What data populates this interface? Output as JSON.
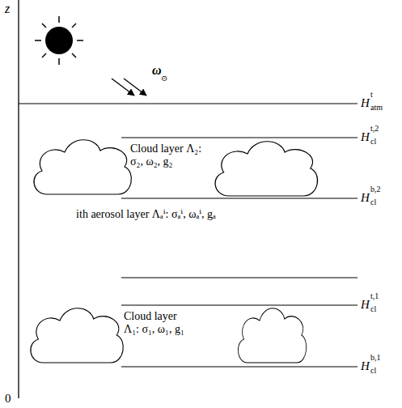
{
  "diagram": {
    "labels": [
      "z",
      "ω",
      "⊙",
      "H",
      "t",
      "atm",
      "H",
      "t,2",
      "cl",
      "Cloud layer Λ₂: σ₂, ω₂, g₂",
      "H",
      "b,2",
      "cl",
      "ith aerosol layer Λₐⁱ: σₐⁱ, ωₐⁱ, gₐ",
      "H",
      "t,1",
      "cl",
      "Cloud layer Λ₁: σ₁, ω₁, g₁",
      "H",
      "b,1",
      "cl",
      "0"
    ]
  }
}
